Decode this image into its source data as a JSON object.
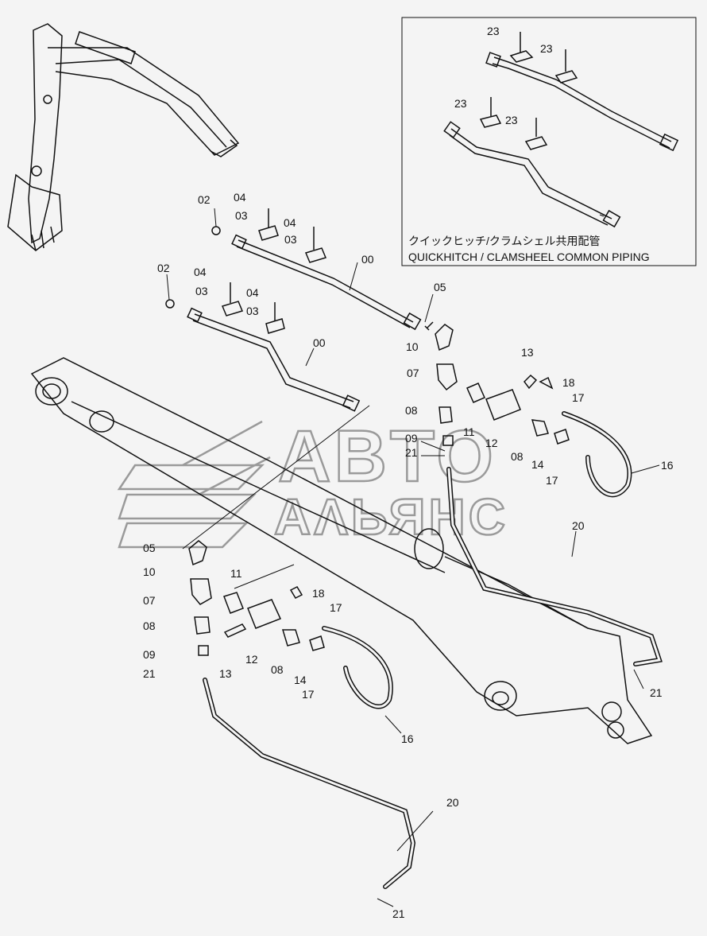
{
  "diagram": {
    "inset_caption_jp": "クイックヒッチ/クラムシェル共用配管",
    "inset_caption_en": "QUICKHITCH / CLAMSHEEL COMMON PIPING",
    "watermark_line1": "ΑΒΤΟ",
    "watermark_line2": "ΑΛЬЯНС",
    "labels": {
      "inset_23a": "23",
      "inset_23b": "23",
      "inset_23c": "23",
      "inset_23d": "23",
      "top_02": "02",
      "top_04a": "04",
      "top_03a": "03",
      "top_04b": "04",
      "top_03b": "03",
      "top_00": "00",
      "mid_02": "02",
      "mid_04a": "04",
      "mid_03a": "03",
      "mid_04b": "04",
      "mid_03b": "03",
      "mid_00": "00",
      "r_05": "05",
      "r_10": "10",
      "r_07": "07",
      "r_08": "08",
      "r_09": "09",
      "r_21": "21",
      "r_11": "11",
      "r_12": "12",
      "r_13": "13",
      "r_18": "18",
      "r_17": "17",
      "r_08b": "08",
      "r_14": "14",
      "r_17b": "17",
      "r_16": "16",
      "r_20": "20",
      "r_21b": "21",
      "l_05": "05",
      "l_10": "10",
      "l_07": "07",
      "l_08": "08",
      "l_09": "09",
      "l_21": "21",
      "l_11": "11",
      "l_12": "12",
      "l_13": "13",
      "l_18": "18",
      "l_17": "17",
      "l_08b": "08",
      "l_14": "14",
      "l_17b": "17",
      "l_16": "16",
      "l_20": "20",
      "l_21b": "21"
    }
  }
}
